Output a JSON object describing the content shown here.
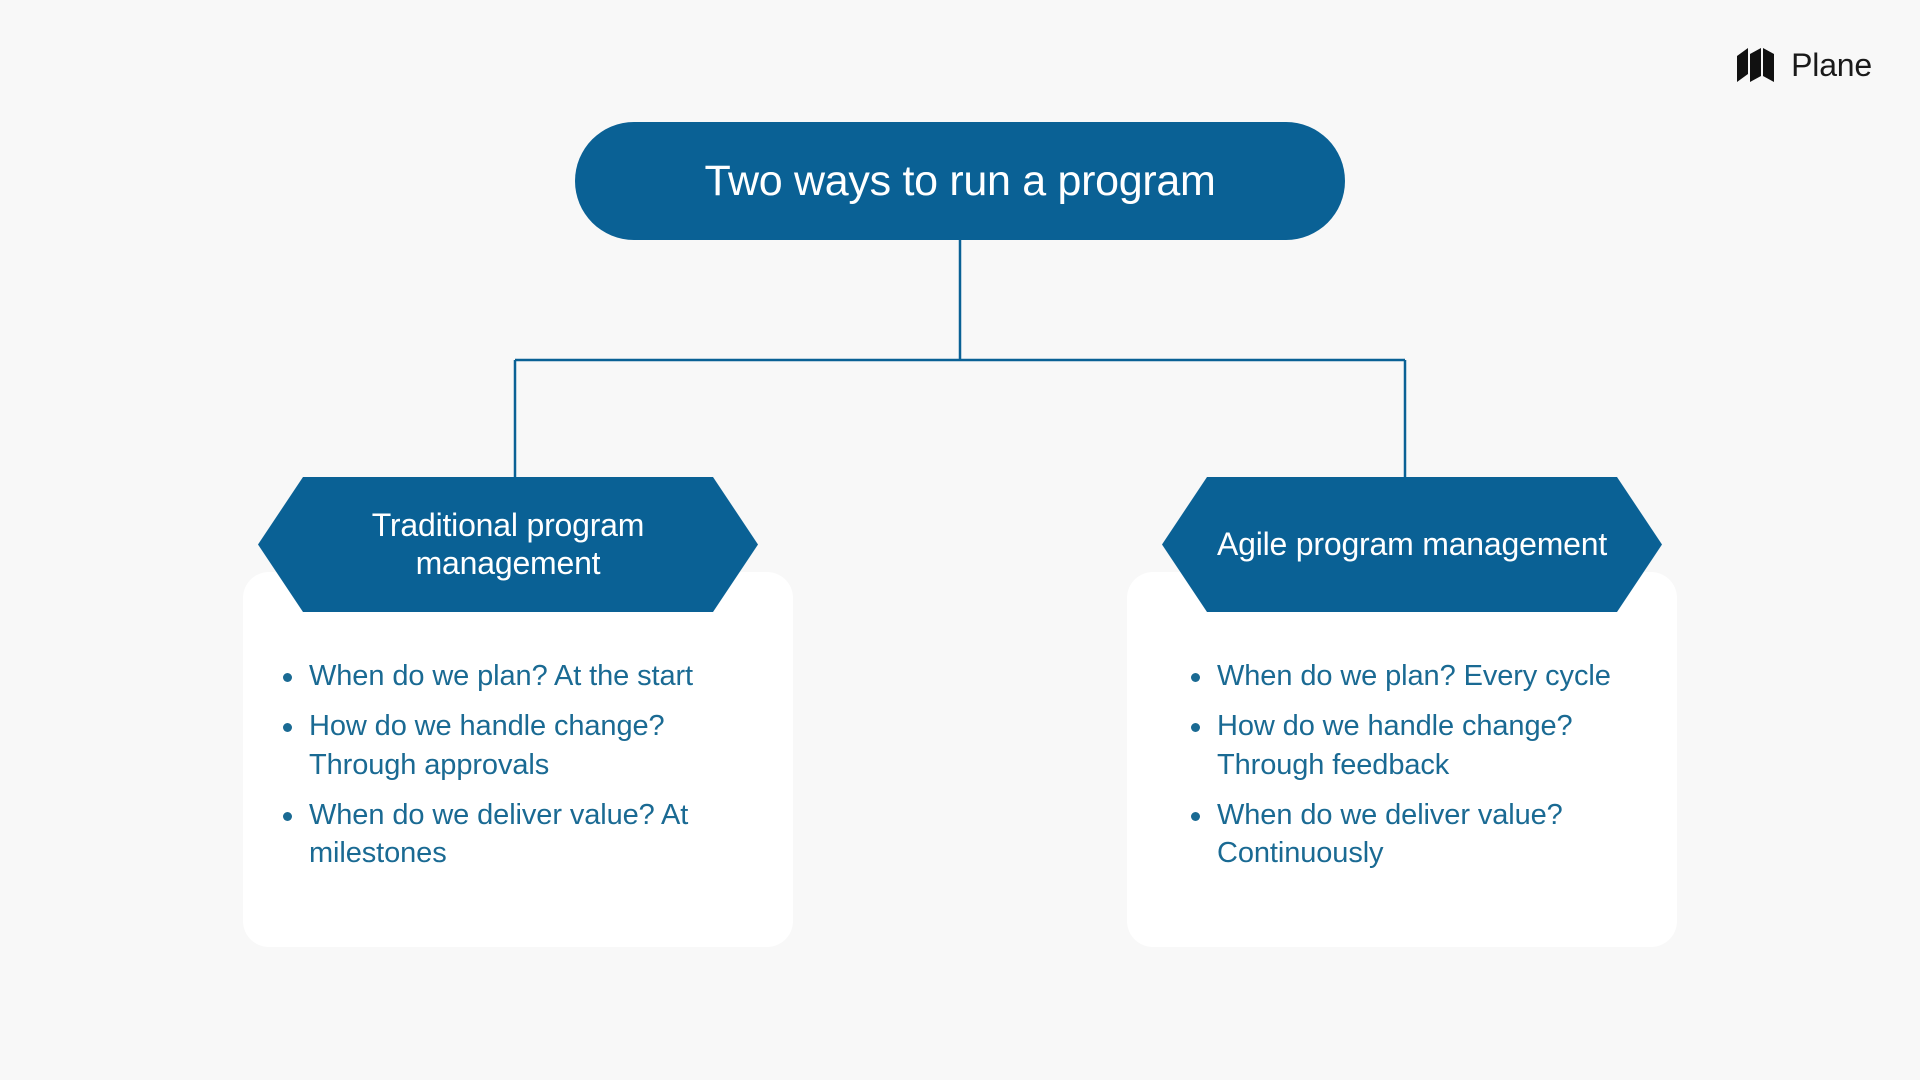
{
  "brand": {
    "name": "Plane",
    "logo_icon": "plane-logo-mark",
    "color": "#1a1a1a"
  },
  "theme": {
    "background": "#f8f8f8",
    "node_fill": "#0a6195",
    "node_text": "#ffffff",
    "body_text": "#1a6a93",
    "card_fill": "#ffffff",
    "connector": "#0a6195"
  },
  "diagram": {
    "type": "tree",
    "root": {
      "label": "Two ways to run a program",
      "shape": "rounded-pill"
    },
    "branches": [
      {
        "id": "traditional",
        "header": "Traditional program management",
        "shape": "hexagon",
        "bullets": [
          "When do we plan? At the start",
          "How do we handle change? Through approvals",
          "When do we deliver value? At milestones"
        ]
      },
      {
        "id": "agile",
        "header": "Agile program management",
        "shape": "hexagon",
        "bullets": [
          "When do we plan? Every cycle",
          "How do we handle change? Through feedback",
          "When do we deliver value? Continuously"
        ]
      }
    ]
  }
}
